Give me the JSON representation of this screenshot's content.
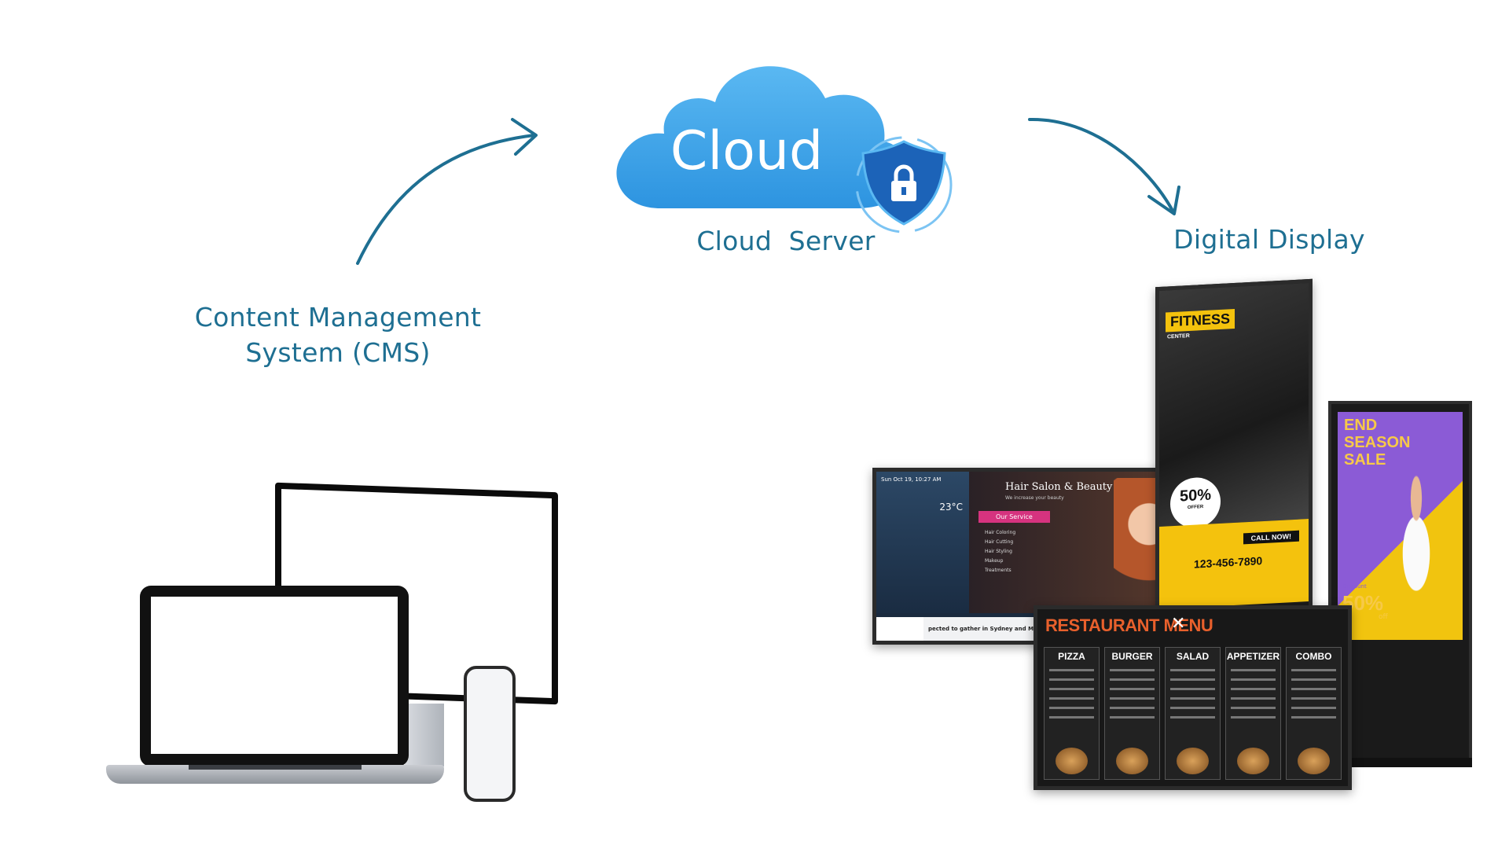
{
  "cloud": {
    "word": "Cloud",
    "caption": "Cloud  Server",
    "color": "#3aa3e8",
    "shield_color": "#1c63b8"
  },
  "cms": {
    "label_line1": "Content Management",
    "label_line2": "System (CMS)"
  },
  "display": {
    "label": "Digital Display"
  },
  "arrows": {
    "color": "#1e6f92"
  },
  "screens": {
    "weather": {
      "date": "Sun Oct 19, 10:27 AM",
      "temp": "23°C",
      "ticker": "pected to gather in Sydney and Mel"
    },
    "salon": {
      "title": "Hair Salon & Beauty",
      "subtitle": "We increase your beauty",
      "service_btn": "Our Service",
      "services": [
        "Hair Coloring",
        "Hair Cutting",
        "Hair Styling",
        "Makeup",
        "Treatments"
      ]
    },
    "fitness": {
      "title": "FITNESS",
      "subtitle": "CENTER",
      "discount": "50%",
      "discount_sub": "OFFER",
      "call": "CALL NOW!",
      "phone": "123-456-7890"
    },
    "sale": {
      "line1": "END",
      "line2": "SEASON",
      "line3": "SALE",
      "discount_label": "Discount",
      "discount": "50%",
      "off": "off"
    },
    "restaurant": {
      "title": "RESTAURANT MENU",
      "columns": [
        "PIZZA",
        "BURGER",
        "SALAD",
        "APPETIZER",
        "COMBO"
      ]
    }
  }
}
